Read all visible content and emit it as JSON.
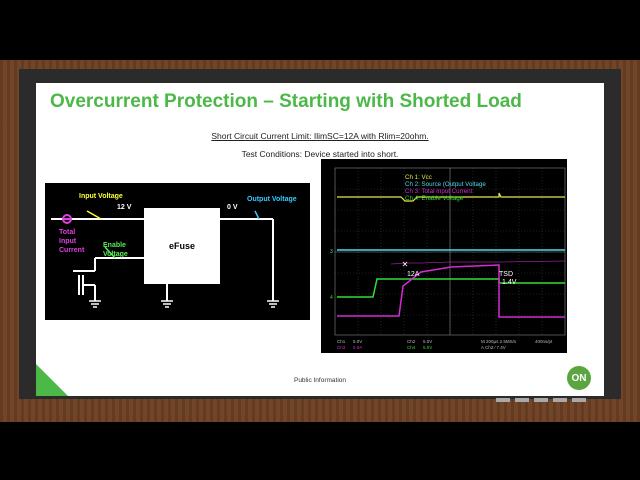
{
  "slide": {
    "title": "Overcurrent Protection – Starting with Shorted Load",
    "line1": "Short Circuit Current Limit: IlimSC=12A with Rlim=20ohm.",
    "line2": "Test Conditions: Device started into short.",
    "footer": "Public Information",
    "logo": "ON"
  },
  "schematic": {
    "input_voltage_label": "Input Voltage",
    "input_voltage_value": "12 V",
    "output_voltage_label": "Output Voltage",
    "output_voltage_value": "0 V",
    "total_input_current_lines": [
      "Total",
      "Input",
      "Current"
    ],
    "enable_voltage_lines": [
      "Enable",
      "Voltage"
    ],
    "block_label": "eFuse"
  },
  "scope": {
    "legend": [
      "Ch 1:  Vcc",
      "Ch 2:  Source (Output Voltage",
      "Ch 3:  Total Input Current",
      "Ch 4:  Enable Voltage"
    ],
    "annotation_current": "12A",
    "annotation_tsd": "TSD",
    "annotation_tsd_voltage": "1.4V",
    "marker_ch3": "3",
    "marker_ch4": "4",
    "status_row1": [
      "Ch1",
      "5.0V",
      "Ch2",
      "5.0V",
      "M 200µs 2.5MS/s",
      "400ns/pt"
    ],
    "status_row2": [
      "Ch3",
      "5.0A",
      "Ch4",
      "5.0V",
      "A  Ch2 ∕ 7.4V"
    ]
  },
  "colors": {
    "accent_green": "#4cb848",
    "ch1_yellow": "#e8e84a",
    "ch2_cyan": "#4fd8e8",
    "ch3_magenta": "#d42bd4",
    "ch4_green": "#33dd33",
    "schematic_label_yellow": "#ffff33",
    "schematic_label_cyan": "#33ccff",
    "schematic_label_magenta": "#e040e0",
    "schematic_label_green": "#55ee55"
  }
}
